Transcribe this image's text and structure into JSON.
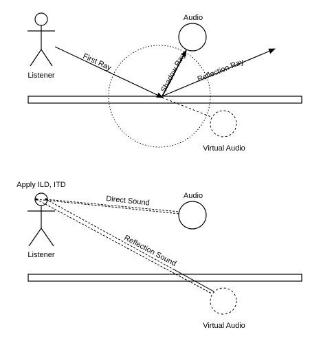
{
  "top_scene": {
    "listener_label": "Listener",
    "audio_label": "Audio",
    "virtual_audio_label": "Virtual Audio",
    "first_ray_label": "First Ray",
    "shadow_ray_label": "Shadow Ray",
    "reflection_ray_label": "Reflection Ray"
  },
  "bottom_scene": {
    "ild_itd_label": "Apply ILD, ITD",
    "listener_label": "Listener",
    "audio_label": "Audio",
    "virtual_audio_label": "Virtual Audio",
    "direct_sound_label": "Direct Sound",
    "reflection_sound_label": "Reflection Sound"
  }
}
